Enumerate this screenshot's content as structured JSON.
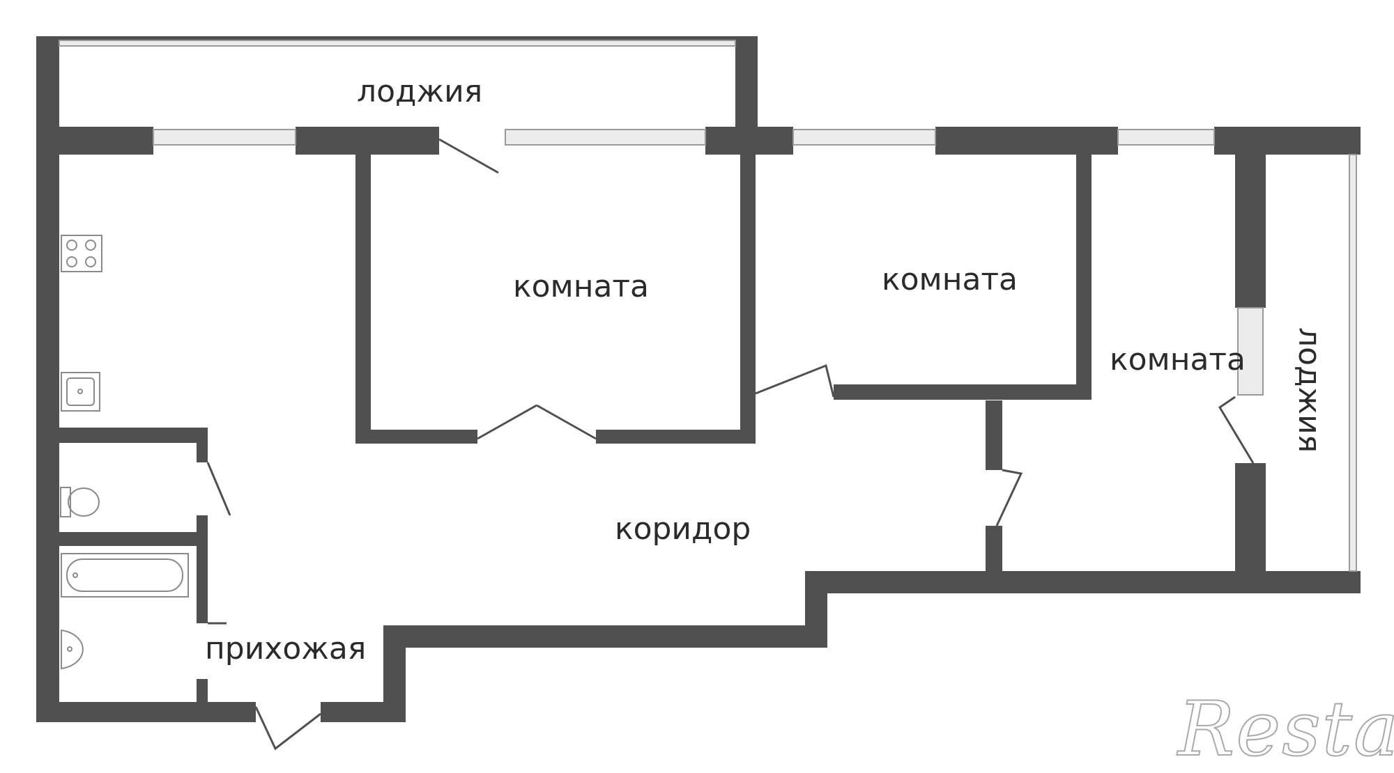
{
  "colors": {
    "wall": "#505050",
    "window": "#dcdcdc",
    "fixture": "#8a8a8a",
    "text": "#2b2b2b"
  },
  "rooms": {
    "loggia_top": "лоджия",
    "room_1": "комната",
    "room_2": "комната",
    "room_3": "комната",
    "loggia_right": "лоджия",
    "corridor": "коридор",
    "hall": "прихожая"
  },
  "fixtures": [
    "stove-icon",
    "sink-icon",
    "toilet-icon",
    "bathtub-icon",
    "washbasin-icon"
  ],
  "watermark": "Restate"
}
